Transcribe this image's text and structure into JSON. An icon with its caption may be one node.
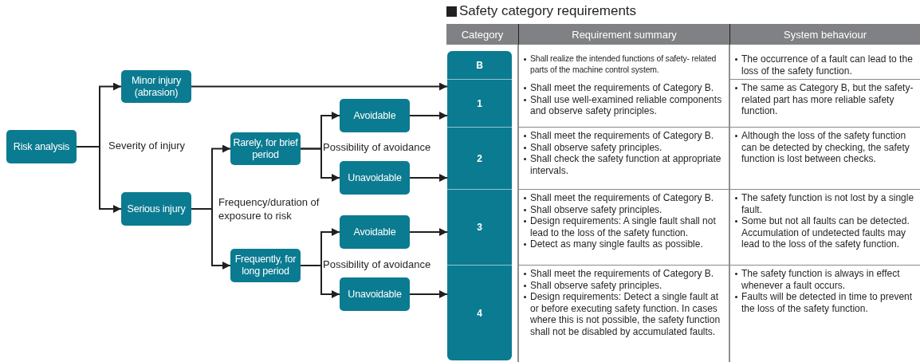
{
  "diagram": {
    "title": "Safety category requirements",
    "nodes": [
      {
        "text": [
          "Risk analysis"
        ]
      },
      {
        "text": [
          "Minor injury (abrasion)"
        ]
      },
      {
        "text": [
          "Serious injury"
        ]
      },
      {
        "text": [
          "Rarely, for brief period"
        ]
      },
      {
        "text": [
          "Frequently, for long period"
        ]
      },
      {
        "text": [
          "Avoidable"
        ]
      },
      {
        "text": [
          "Unavoidable"
        ]
      },
      {
        "text": [
          "Avoidable"
        ]
      },
      {
        "text": [
          "Unavoidable"
        ]
      },
      {
        "text": [
          "B"
        ]
      },
      {
        "text": [
          "1"
        ]
      },
      {
        "text": [
          "2"
        ]
      },
      {
        "text": [
          "3"
        ]
      },
      {
        "text": [
          "4"
        ]
      },
      {
        "text": [
          "Shall realize the intended functions of safety- related parts of the machine control system."
        ]
      },
      {
        "text": [
          "Shall meet the requirements of Category B.",
          "Shall use well-examined reliable components and observe safety principles."
        ]
      },
      {
        "text": [
          "Shall meet the requirements of Category B.",
          "Shall observe safety principles.",
          "Shall check the safety function at appropriate intervals."
        ]
      },
      {
        "text": [
          "Shall meet the requirements of Category B.",
          "Shall observe safety principles.",
          "Design requirements: A single fault shall not lead to the loss of the safety function.",
          "Detect as many single faults as possible."
        ]
      },
      {
        "text": [
          "Shall meet the requirements of Category B.",
          "Shall observe safety principles.",
          "Design requirements: Detect a single fault at or before executing safety function. In cases where this is not possible, the safety function shall not be disabled by accumulated faults."
        ]
      },
      {
        "text": [
          "The occurrence of a fault can lead to the loss of the safety function."
        ]
      },
      {
        "text": [
          "The same as Category B, but the safety-related part has more reliable safety function."
        ]
      },
      {
        "text": [
          "Although the loss of the safety function can be detected by checking, the safety function is lost between checks."
        ]
      },
      {
        "text": [
          "The safety function is not lost by a single fault.",
          "Some but not all faults can be detected. Accumulation of undetected faults may lead to the loss of the safety function."
        ]
      },
      {
        "text": [
          "The safety function is always in effect whenever a fault occurs.",
          "Faults will be detected in time to prevent the loss of the safety function."
        ]
      }
    ],
    "edges": [
      {
        "from": 0,
        "to": 1,
        "arrow": "to"
      },
      {
        "from": 0,
        "to": 2,
        "arrow": "to"
      },
      {
        "from": 2,
        "to": 3,
        "arrow": "to"
      },
      {
        "from": 2,
        "to": 4,
        "arrow": "to"
      },
      {
        "from": 3,
        "to": 5,
        "arrow": "to"
      },
      {
        "from": 3,
        "to": 6,
        "arrow": "to"
      },
      {
        "from": 4,
        "to": 7,
        "arrow": "to"
      },
      {
        "from": 4,
        "to": 8,
        "arrow": "to"
      },
      {
        "from": 1,
        "to": 9,
        "arrow": "to"
      },
      {
        "from": 5,
        "to": 10,
        "arrow": "to"
      },
      {
        "from": 6,
        "to": 11,
        "arrow": "to"
      },
      {
        "from": 7,
        "to": 12,
        "arrow": "to"
      },
      {
        "from": 8,
        "to": 13,
        "arrow": "to"
      }
    ],
    "labels": [
      "Severity of injury",
      "Frequency/duration of exposure to risk",
      "Possibility of avoidance",
      "Possibility of avoidance",
      "Category",
      "Requirement summary",
      "System behaviour"
    ]
  }
}
